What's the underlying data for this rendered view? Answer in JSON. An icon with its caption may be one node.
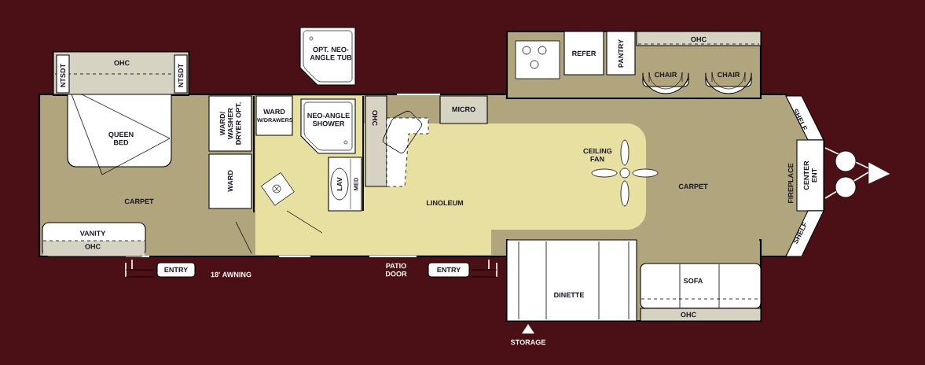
{
  "diagram": {
    "nodes": [
      {
        "text": [
          "OPT. NEO-ANGLE TUB"
        ]
      },
      {
        "text": [
          "OHC"
        ]
      },
      {
        "text": [
          "NTSDT"
        ],
        "in": 1
      },
      {
        "text": [
          "NTSDT"
        ],
        "in": 1
      },
      {
        "text": [
          "QUEEN BED"
        ]
      },
      {
        "text": [
          "WARD/ WASHER DRYER OPT."
        ]
      },
      {
        "text": [
          "WARD"
        ]
      },
      {
        "text": [
          "WARD",
          "W/DRAWERS"
        ]
      },
      {
        "text": [
          "NEO-ANGLE SHOWER"
        ]
      },
      {
        "text": [
          "LAV"
        ]
      },
      {
        "text": [
          "VANITY",
          "OHC"
        ]
      },
      {
        "text": [
          "OHC"
        ]
      },
      {
        "text": [
          "MICRO"
        ]
      },
      {
        "text": [
          "REFER"
        ]
      },
      {
        "text": [
          "PANTRY"
        ]
      },
      {
        "text": [
          "OHC"
        ]
      },
      {
        "text": [
          "CHAIR"
        ]
      },
      {
        "text": [
          "CHAIR"
        ]
      },
      {
        "text": [
          "SHELF"
        ]
      },
      {
        "text": [
          "CENTER ENT"
        ]
      },
      {
        "text": [
          "SHELF"
        ]
      },
      {
        "text": [
          "DINETTE"
        ]
      },
      {
        "text": [
          "SOFA"
        ]
      },
      {
        "text": [
          "OHC"
        ]
      },
      {
        "text": [
          "ENTRY"
        ]
      },
      {
        "text": [
          "ENTRY"
        ]
      }
    ],
    "labels": [
      "CARPET",
      "CARPET",
      "LINOLEUM",
      "CEILING FAN",
      "FIREPLACE",
      "MED",
      "18' AWNING",
      "PATIO DOOR",
      "STORAGE"
    ]
  }
}
